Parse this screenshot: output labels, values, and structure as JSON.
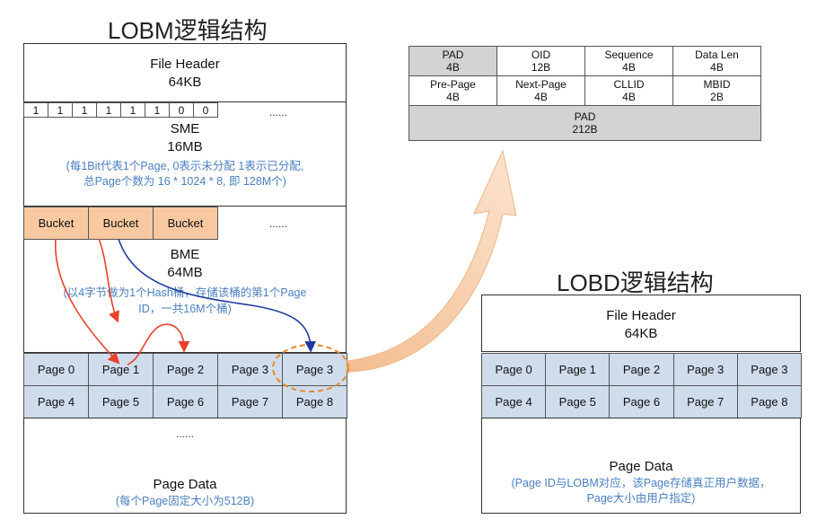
{
  "lobm": {
    "title": "LOBM逻辑结构",
    "file_header": {
      "label": "File Header",
      "size": "64KB"
    },
    "sme": {
      "bits": [
        "1",
        "1",
        "1",
        "1",
        "1",
        "1",
        "0",
        "0"
      ],
      "ellipsis": "......",
      "label": "SME",
      "size": "16MB",
      "note_line1": "(每1Bit代表1个Page, 0表示未分配 1表示已分配,",
      "note_line2": "总Page个数为 16 * 1024 * 8, 即 128M个)"
    },
    "bme": {
      "buckets": [
        "Bucket",
        "Bucket",
        "Bucket"
      ],
      "ellipsis": "......",
      "label": "BME",
      "size": "64MB",
      "note_line1": "(以4字节做为1个Hash桶，存储该桶的第1个Page",
      "note_line2": "ID，一共16M个桶)"
    },
    "pages_row1": [
      "Page 0",
      "Page 1",
      "Page 2",
      "Page 3",
      "Page 3"
    ],
    "pages_row2": [
      "Page 4",
      "Page 5",
      "Page 6",
      "Page 7",
      "Page 8"
    ],
    "ellipsis": "......",
    "page_data": {
      "label": "Page Data",
      "note": "(每个Page固定大小为512B)"
    }
  },
  "page_header": {
    "row1": [
      {
        "name": "PAD",
        "size": "4B"
      },
      {
        "name": "OID",
        "size": "12B"
      },
      {
        "name": "Sequence",
        "size": "4B"
      },
      {
        "name": "Data Len",
        "size": "4B"
      }
    ],
    "row2": [
      {
        "name": "Pre-Page",
        "size": "4B"
      },
      {
        "name": "Next-Page",
        "size": "4B"
      },
      {
        "name": "CLLID",
        "size": "4B"
      },
      {
        "name": "MBID",
        "size": "2B"
      }
    ],
    "row3": {
      "name": "PAD",
      "size": "212B"
    }
  },
  "lobd": {
    "title": "LOBD逻辑结构",
    "file_header": {
      "label": "File Header",
      "size": "64KB"
    },
    "pages_row1": [
      "Page 0",
      "Page 1",
      "Page 2",
      "Page 3",
      "Page 3"
    ],
    "pages_row2": [
      "Page 4",
      "Page 5",
      "Page 6",
      "Page 7",
      "Page 8"
    ],
    "page_data": {
      "label": "Page Data",
      "note_line1": "(Page ID与LOBM对应，该Page存储真正用户数据，",
      "note_line2": "Page大小由用户指定)"
    }
  },
  "colors": {
    "page_fill": "#cfdcec",
    "bucket_fill": "#f8c9a1",
    "note_blue": "#4a7fc1",
    "arrow_red": "#e8412c",
    "arrow_navy": "#1f3a9e",
    "big_arrow": "#f6c89a"
  }
}
